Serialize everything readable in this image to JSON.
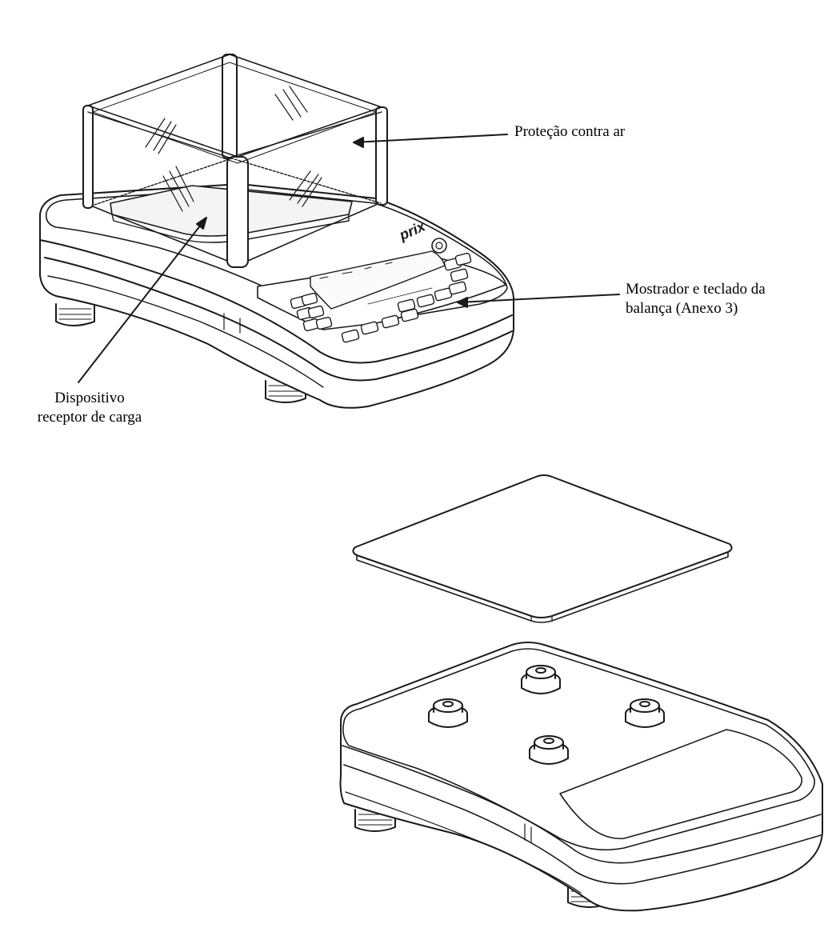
{
  "labels": {
    "air_protection": "Proteção contra ar",
    "display_keypad_line1": "Mostrador e teclado da",
    "display_keypad_line2": "balança (Anexo 3)",
    "receptor_line1": "Dispositivo",
    "receptor_line2": "receptor de carga"
  },
  "brand": "prix",
  "colors": {
    "line": "#1a1a1a",
    "fill": "#ffffff",
    "shade": "#e6e6e6"
  }
}
